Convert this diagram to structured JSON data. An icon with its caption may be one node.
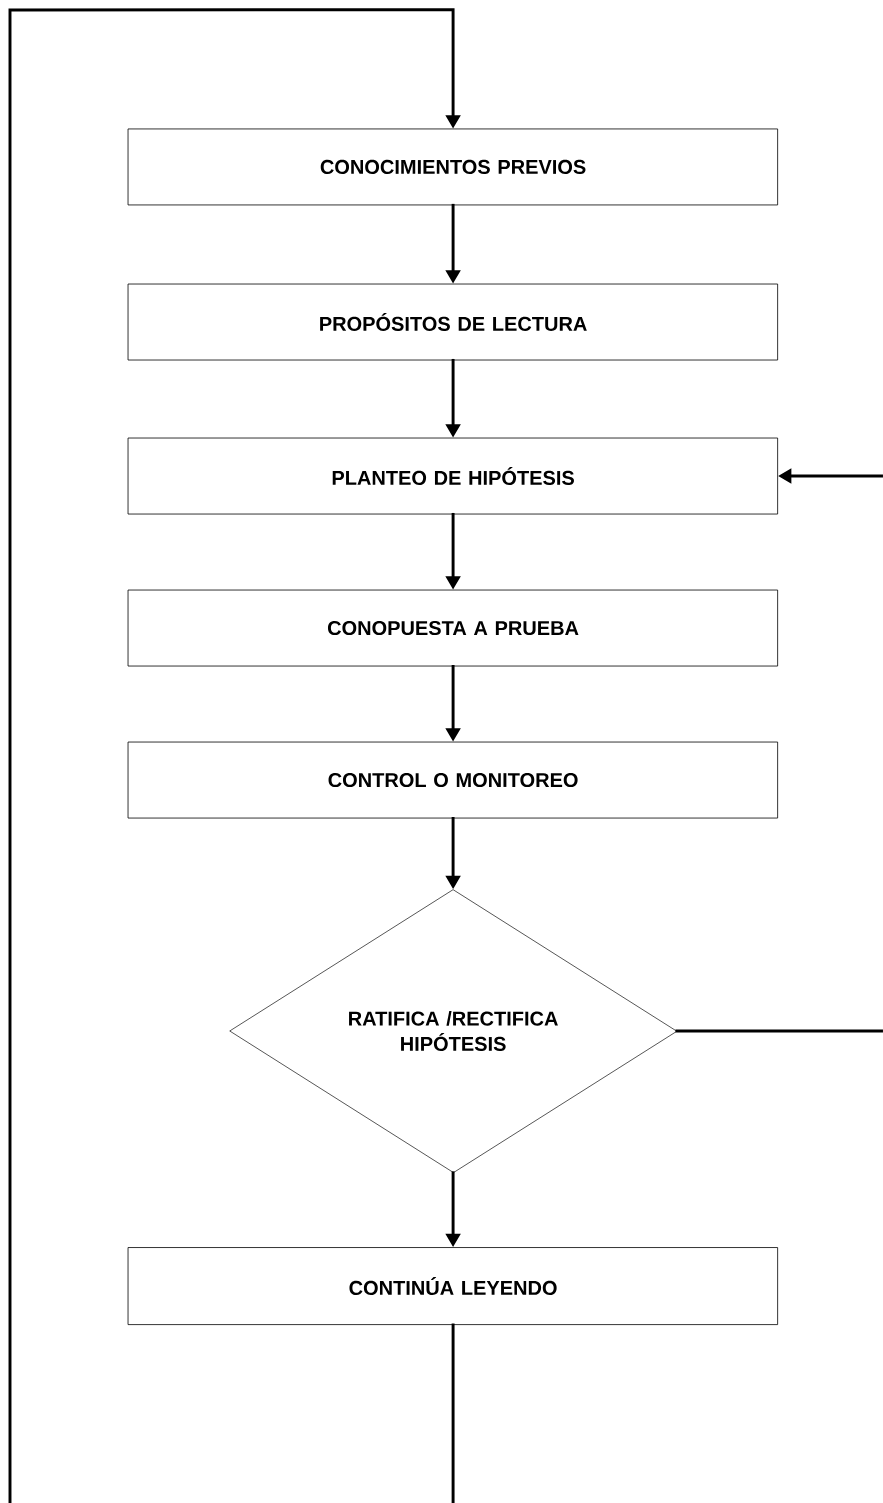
{
  "diagram": {
    "nodes": [
      {
        "text": [
          "CONOCIMIENTOS PREVIOS"
        ]
      },
      {
        "text": [
          "PROPÓSITOS DE LECTURA"
        ]
      },
      {
        "text": [
          "PLANTEO DE HIPÓTESIS"
        ]
      },
      {
        "text": [
          "CONOPUESTA A PRUEBA"
        ]
      },
      {
        "text": [
          "CONTROL O MONITOREO"
        ]
      },
      {
        "text": [
          "RATIFICA /RECTIFICA HIPÓTESIS"
        ]
      },
      {
        "text": [
          "CONTINÚA LEYENDO"
        ]
      }
    ],
    "edges": [
      {
        "from": 0,
        "to": 1,
        "arrow": "to"
      },
      {
        "from": 1,
        "to": 2,
        "arrow": "to"
      },
      {
        "from": 2,
        "to": 3,
        "arrow": "to"
      },
      {
        "from": 3,
        "to": 4,
        "arrow": "to"
      },
      {
        "from": 4,
        "to": 5,
        "arrow": "to"
      },
      {
        "from": 5,
        "to": 6,
        "arrow": "to"
      },
      {
        "from": null,
        "to": 0,
        "arrow": "to"
      },
      {
        "from": null,
        "to": 2,
        "arrow": "to"
      },
      {
        "from": 5,
        "to": null,
        "arrow": "none"
      },
      {
        "from": 6,
        "to": null,
        "arrow": "none"
      }
    ]
  }
}
